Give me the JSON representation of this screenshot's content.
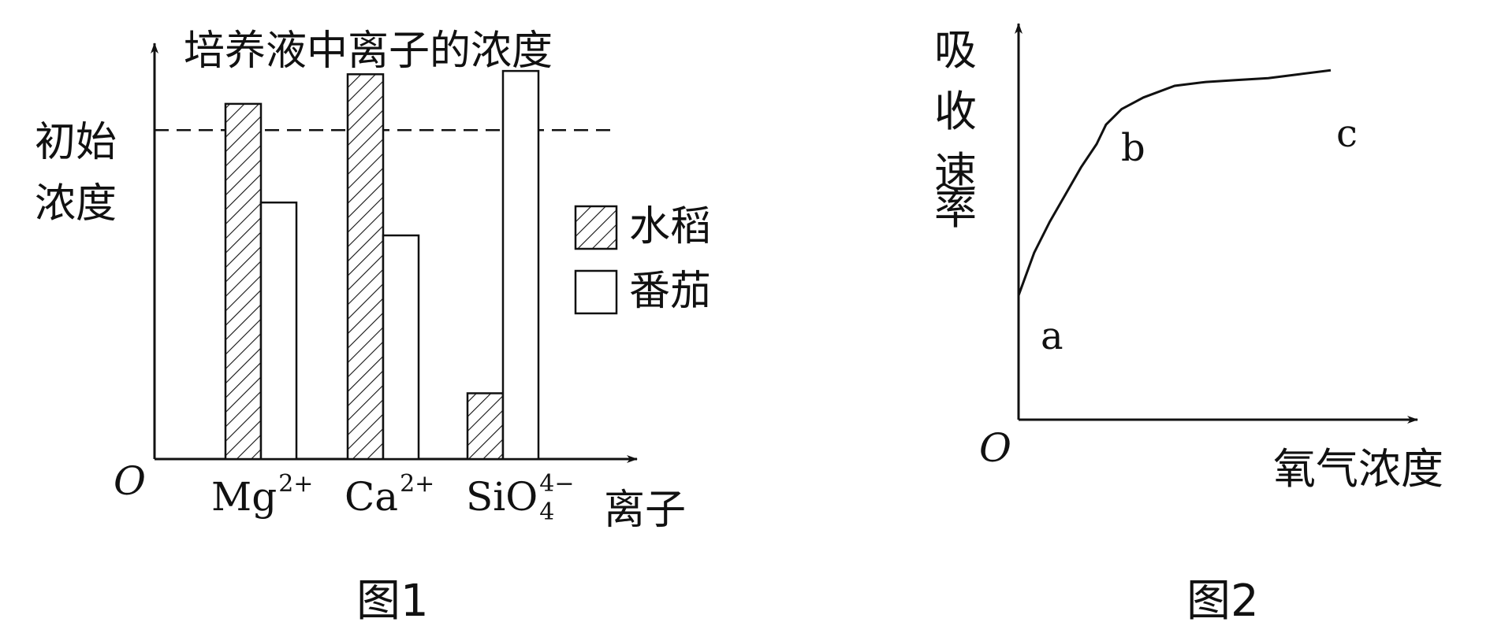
{
  "figure1": {
    "caption": "图1",
    "origin": "O",
    "y_axis_title": "培养液中离子的浓度",
    "x_axis_title": "离子",
    "initial_label_line1": "初始",
    "initial_label_line2": "浓度",
    "ions": [
      {
        "base": "Mg",
        "sup": "2+",
        "sub": ""
      },
      {
        "base": "Ca",
        "sup": "2+",
        "sub": ""
      },
      {
        "base": "SiO",
        "sup": "4−",
        "sub": "4"
      }
    ],
    "legend": [
      {
        "label": "水稻",
        "pattern": "hatch"
      },
      {
        "label": "番茄",
        "pattern": "empty"
      }
    ]
  },
  "figure2": {
    "caption": "图2",
    "origin": "O",
    "y_axis_title": "吸收速率",
    "x_axis_title": "氧气浓度",
    "point_labels": [
      "a",
      "b",
      "c"
    ]
  },
  "chart_data": [
    {
      "type": "bar",
      "title": "",
      "xlabel": "离子",
      "ylabel": "培养液中离子的浓度",
      "categories": [
        "Mg²⁺",
        "Ca²⁺",
        "SiO₄⁴⁻"
      ],
      "series": [
        {
          "name": "水稻",
          "values": [
            108,
            117,
            20
          ]
        },
        {
          "name": "番茄",
          "values": [
            78,
            68,
            118
          ]
        }
      ],
      "reference_line": {
        "label": "初始浓度",
        "value": 100,
        "style": "dashed"
      },
      "ylim": [
        0,
        130
      ],
      "grid": false,
      "legend": "right"
    },
    {
      "type": "line",
      "title": "",
      "xlabel": "氧气浓度",
      "ylabel": "吸收速率",
      "series": [
        {
          "name": "",
          "x": [
            0,
            5,
            10,
            15,
            20,
            25,
            28,
            33,
            40,
            50,
            60,
            70,
            80,
            85,
            90,
            100
          ],
          "y": [
            32,
            43,
            51,
            58,
            65,
            71,
            76,
            80,
            83,
            86,
            87,
            87.5,
            88,
            88.5,
            89,
            90
          ]
        }
      ],
      "annotations": [
        {
          "label": "a",
          "x": 0,
          "y": 32
        },
        {
          "label": "b",
          "x": 30,
          "y": 79
        },
        {
          "label": "c",
          "x": 100,
          "y": 90
        }
      ],
      "xlim": [
        0,
        100
      ],
      "ylim": [
        0,
        100
      ],
      "grid": false
    }
  ]
}
